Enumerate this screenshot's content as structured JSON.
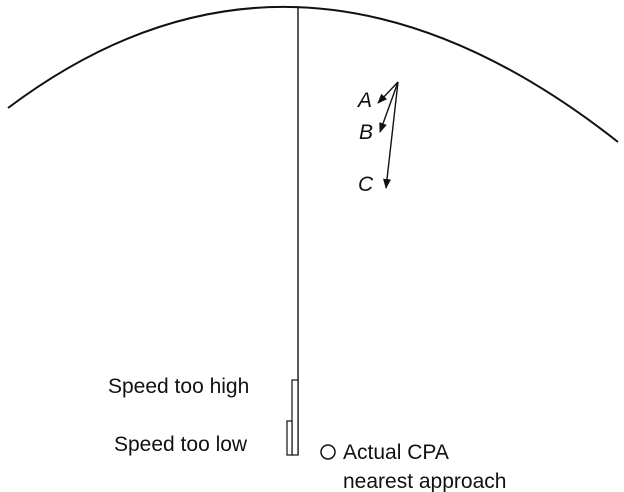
{
  "vectors": {
    "a_label": "A",
    "b_label": "B",
    "c_label": "C"
  },
  "legend": {
    "speed_high": "Speed too high",
    "speed_low": "Speed too low",
    "cpa_line1": "Actual CPA",
    "cpa_line2": "nearest approach"
  },
  "colors": {
    "stroke": "#111111",
    "background": "#ffffff"
  }
}
